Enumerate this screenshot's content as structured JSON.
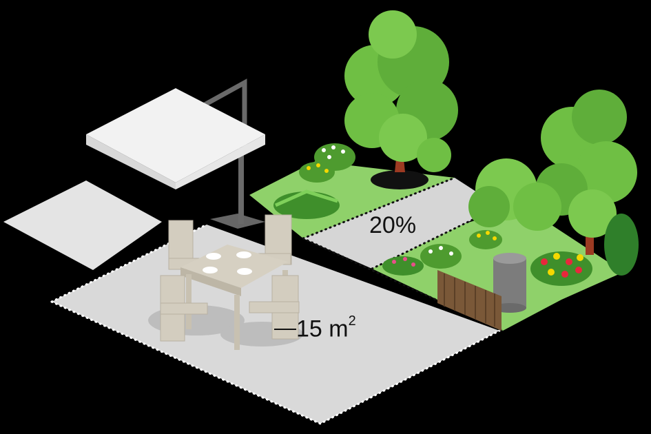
{
  "labels": {
    "green_share": "20%",
    "patio_area_value": "15 m",
    "patio_area_exponent": "2"
  },
  "colors": {
    "background": "#000000",
    "patio": "#d9d9d9",
    "lawn": "#8fd16a",
    "foliage": "#5fae3a",
    "trunk": "#9c3a22",
    "furniture": "#d3cdbf",
    "umbrella": "#f2f2f2",
    "fence": "#7a5838"
  },
  "icons": {
    "umbrella": "parasol-icon",
    "table": "table-icon",
    "tree": "tree-icon",
    "bin": "bin-icon",
    "fence": "fence-icon"
  }
}
